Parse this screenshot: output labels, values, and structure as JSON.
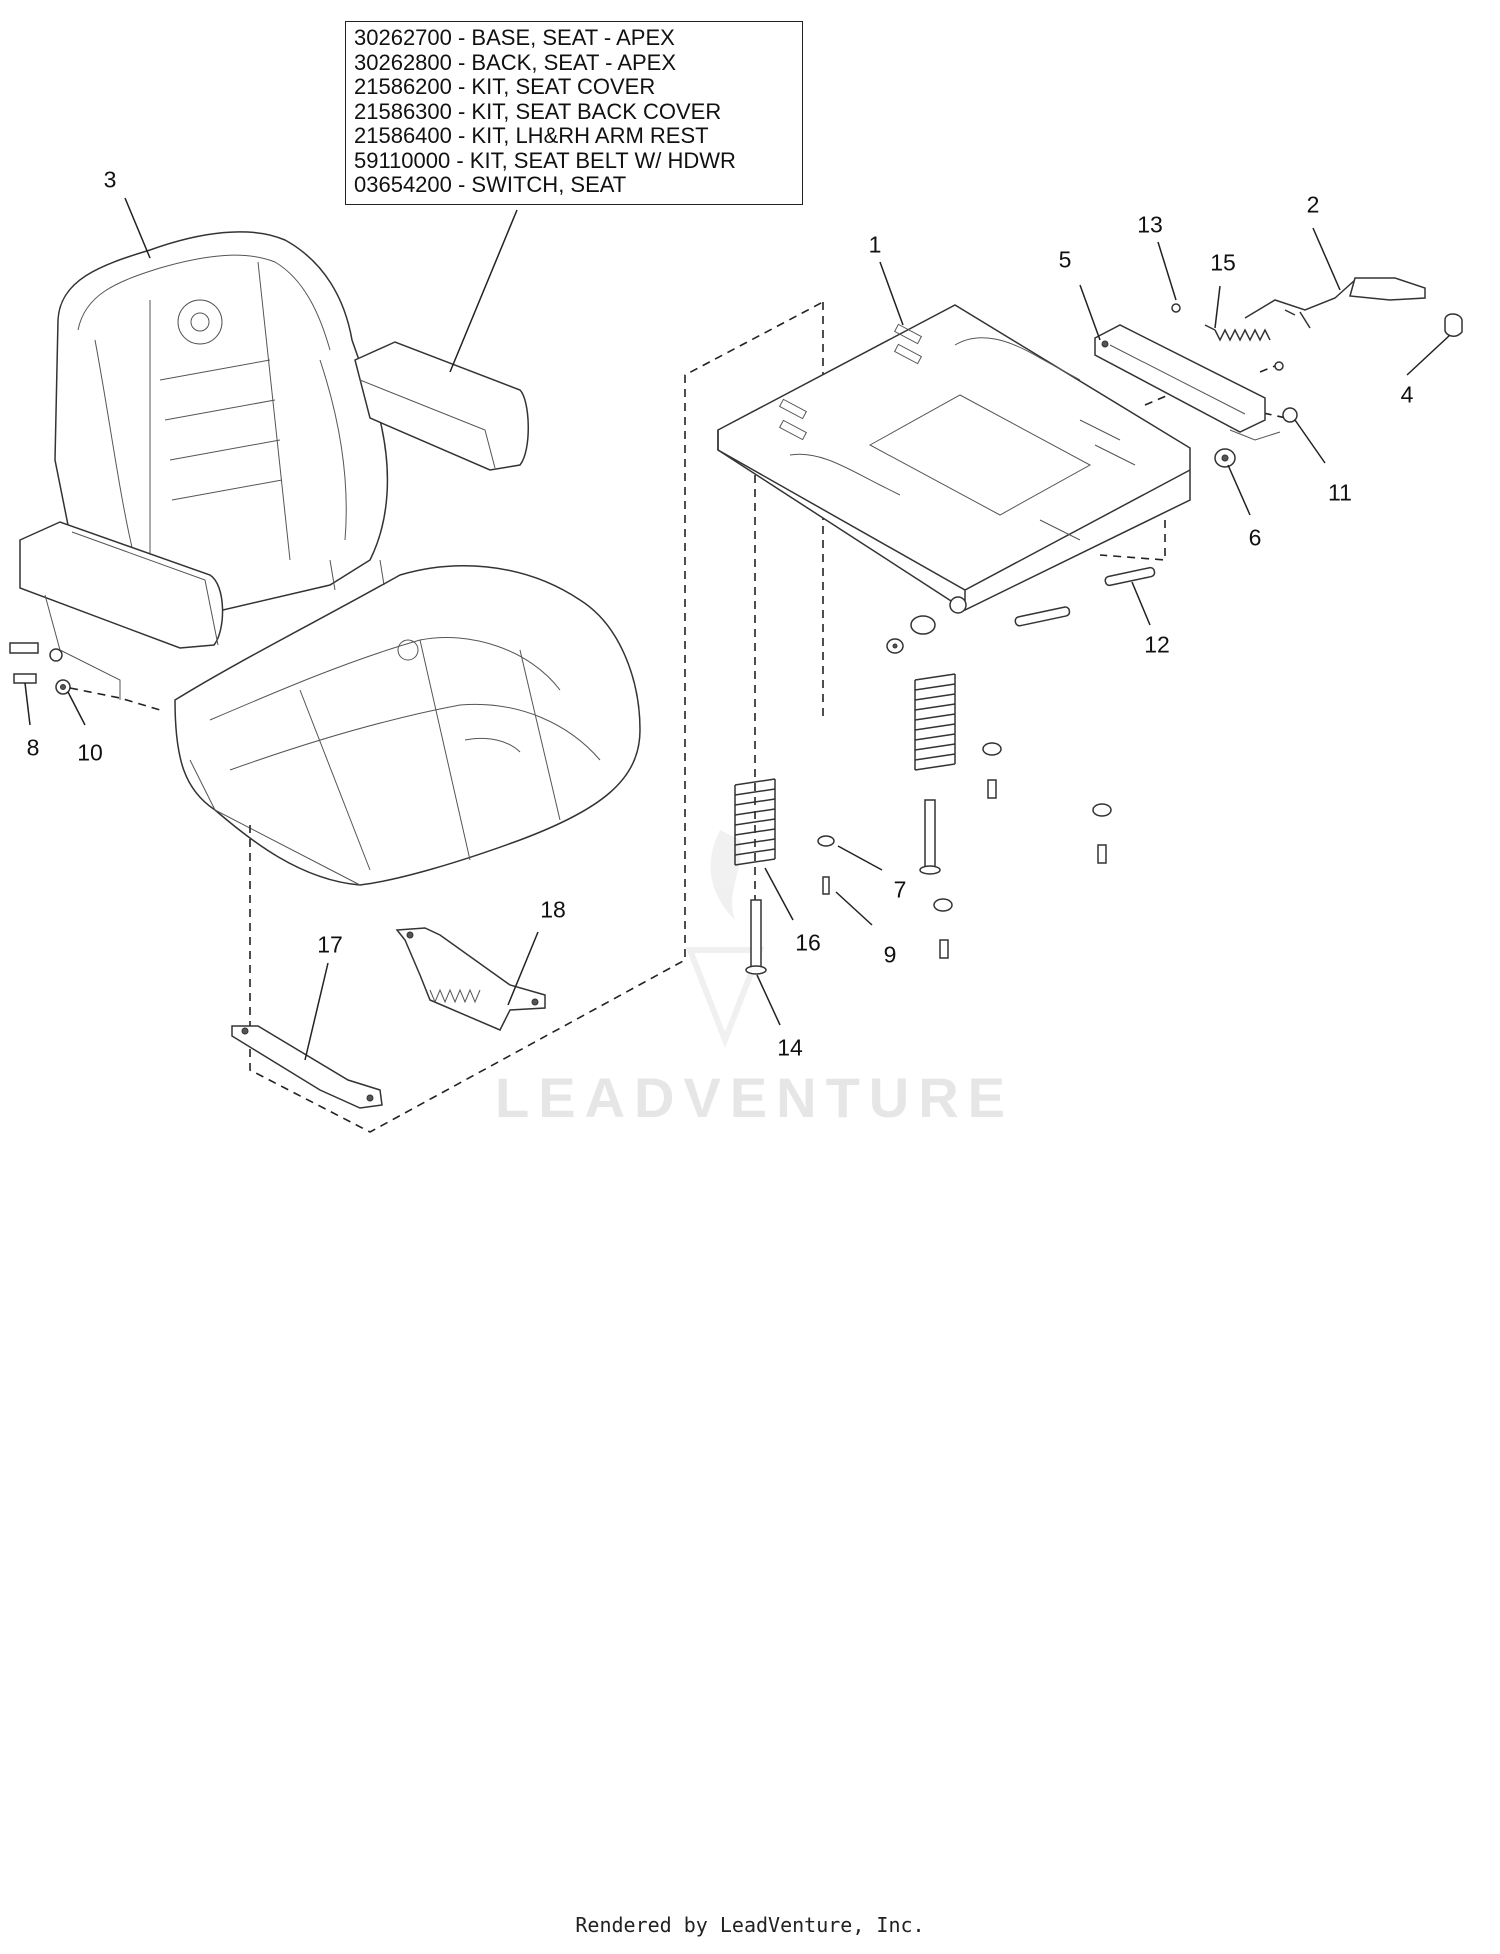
{
  "parts_list": [
    "30262700 - BASE, SEAT - APEX",
    "30262800 - BACK, SEAT - APEX",
    "21586200 - KIT, SEAT COVER",
    "21586300 - KIT, SEAT BACK COVER",
    "21586400 - KIT, LH&RH ARM REST",
    "59110000 - KIT, SEAT BELT W/ HDWR",
    "03654200 - SWITCH, SEAT"
  ],
  "callouts": [
    "1",
    "2",
    "3",
    "4",
    "5",
    "6",
    "7",
    "8",
    "9",
    "10",
    "11",
    "12",
    "13",
    "14",
    "15",
    "16",
    "17",
    "18"
  ],
  "watermark": "LEADVENTURE",
  "footer": "Rendered by LeadVenture, Inc."
}
